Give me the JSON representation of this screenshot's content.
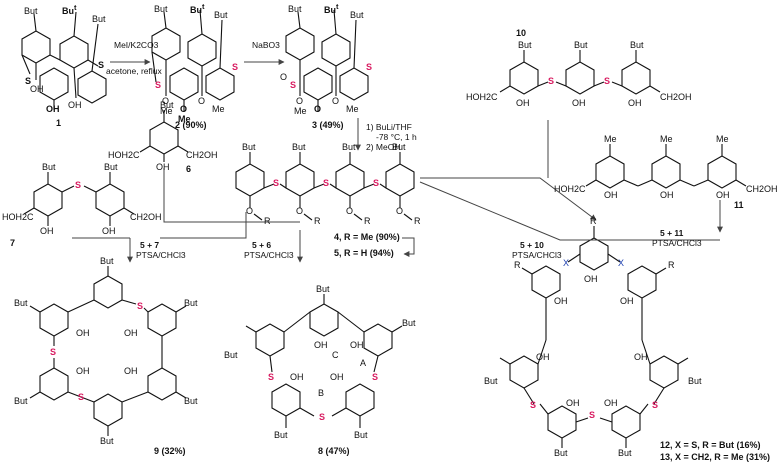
{
  "reactions": {
    "r1_reagent_top": "MeI/K2CO3",
    "r1_reagent_bottom": "acetone, reflux",
    "r2_reagent": "NaBO3",
    "r3_step1": "1) BuLi/THF",
    "r3_step1b": "-78 °C, 1 h",
    "r3_step2": "2) MeOH",
    "r_9_top": "5 + 7",
    "r_9_bottom": "PTSA/CHCl3",
    "r_8_top": "5 + 6",
    "r_8_bottom": "PTSA/CHCl3",
    "r_12_top": "5 + 10",
    "r_12_bottom": "PTSA/CHCl3",
    "r_13_top": "5 + 11",
    "r_13_bottom": "PTSA/CHCl3"
  },
  "compounds": {
    "c1": "1",
    "c2": "2 (90%)",
    "c3": "3 (49%)",
    "c4": "4, R = Me (90%)",
    "c5": "5, R = H (94%)",
    "c6": "6",
    "c7": "7",
    "c8": "8 (47%)",
    "c9": "9 (32%)",
    "c10": "10",
    "c11": "11",
    "c12": "12, X = S, R = But (16%)",
    "c13": "13, X = CH2, R = Me (31%)"
  },
  "atoms": {
    "but": "But",
    "bu_bold": "Bu",
    "t_sup": "t",
    "s": "S",
    "oh": "OH",
    "ome": "OMe",
    "me": "Me",
    "o": "O",
    "r": "R",
    "x": "X",
    "ch2oh_left": "HOH2C",
    "ch2oh_right": "CH2OH",
    "ring_a": "A",
    "ring_b": "B",
    "ring_c": "C"
  },
  "colors": {
    "bond": "#111111",
    "arrow": "#444444",
    "sulfur": "#d81b60",
    "x_atom": "#1e40af"
  }
}
